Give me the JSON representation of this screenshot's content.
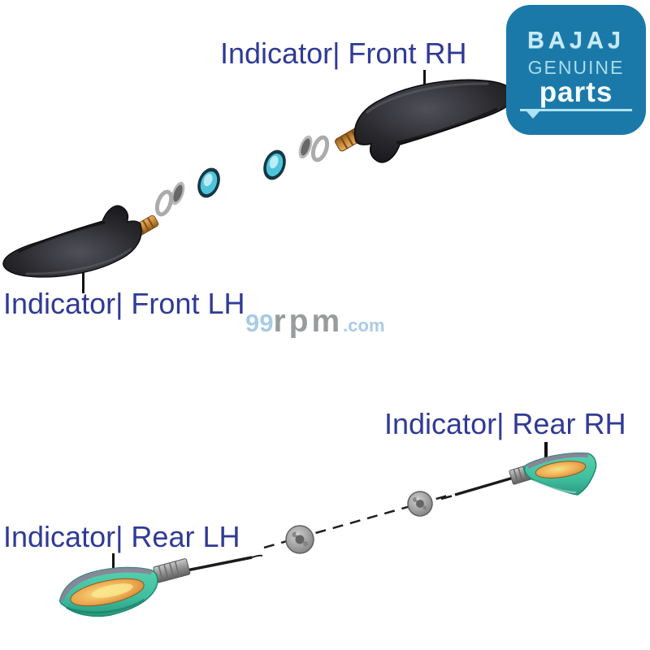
{
  "badge": {
    "brand": "BAJAJ",
    "line2": "GENUINE",
    "line3": "parts",
    "arrow_icon": "triangle-down",
    "bg_color": "#1B79A9",
    "text_color_light": "#C6EBF7",
    "text_color_white": "#F4FBFD"
  },
  "labels": {
    "front_rh": "Indicator| Front RH",
    "front_lh": "Indicator| Front LH",
    "rear_rh": "Indicator| Rear RH",
    "rear_lh": "Indicator| Rear LH",
    "text_color": "#303A96"
  },
  "watermark": {
    "part1": "99",
    "part2": "rpm",
    "part3": ".com",
    "blue": "#A9CBE5",
    "gray": "#999B9D"
  },
  "illustration_colors": {
    "front_indicator_body": "#2A2A2E",
    "brass_stem": "#C9893A",
    "mounting_nut_teal": "#4FC4DA",
    "washer_gray": "#8A8A8A",
    "rear_indicator_body": "#3FBF9F",
    "rear_lens_amber": "#EDA851",
    "grommet_gray": "#9B9B9B",
    "leader_line": "#121212"
  }
}
